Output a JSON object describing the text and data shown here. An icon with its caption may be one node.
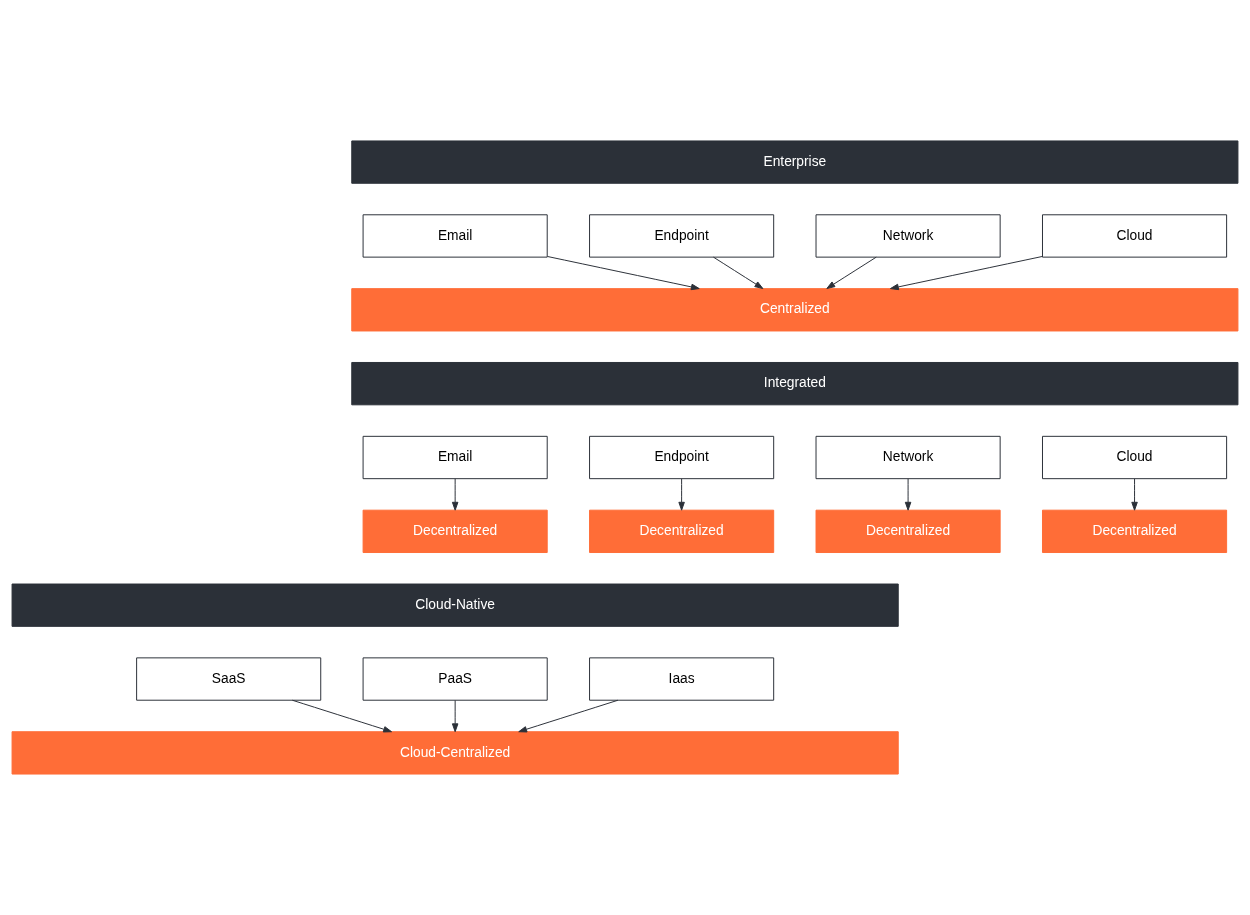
{
  "diagram": {
    "nodes": [
      {
        "text": [
          "Enterprise"
        ]
      },
      {
        "text": [
          "Email"
        ]
      },
      {
        "text": [
          "Endpoint"
        ]
      },
      {
        "text": [
          "Network"
        ]
      },
      {
        "text": [
          "Cloud"
        ]
      },
      {
        "text": [
          "Centralized"
        ]
      },
      {
        "text": [
          "Integrated"
        ]
      },
      {
        "text": [
          "Email"
        ]
      },
      {
        "text": [
          "Endpoint"
        ]
      },
      {
        "text": [
          "Network"
        ]
      },
      {
        "text": [
          "Cloud"
        ]
      },
      {
        "text": [
          "Decentralized"
        ]
      },
      {
        "text": [
          "Decentralized"
        ]
      },
      {
        "text": [
          "Decentralized"
        ]
      },
      {
        "text": [
          "Decentralized"
        ]
      },
      {
        "text": [
          "Cloud-Native"
        ]
      },
      {
        "text": [
          "SaaS"
        ]
      },
      {
        "text": [
          "PaaS"
        ]
      },
      {
        "text": [
          "Iaas"
        ]
      },
      {
        "text": [
          "Cloud-Centralized"
        ]
      }
    ],
    "edges": [
      {
        "from": 1,
        "to": 5,
        "arrow": "to"
      },
      {
        "from": 2,
        "to": 5,
        "arrow": "to"
      },
      {
        "from": 3,
        "to": 5,
        "arrow": "to"
      },
      {
        "from": 4,
        "to": 5,
        "arrow": "to"
      },
      {
        "from": 7,
        "to": 11,
        "arrow": "to"
      },
      {
        "from": 8,
        "to": 12,
        "arrow": "to"
      },
      {
        "from": 9,
        "to": 13,
        "arrow": "to"
      },
      {
        "from": 10,
        "to": 14,
        "arrow": "to"
      },
      {
        "from": 16,
        "to": 19,
        "arrow": "to"
      },
      {
        "from": 17,
        "to": 19,
        "arrow": "to"
      },
      {
        "from": 18,
        "to": 19,
        "arrow": "to"
      }
    ]
  }
}
